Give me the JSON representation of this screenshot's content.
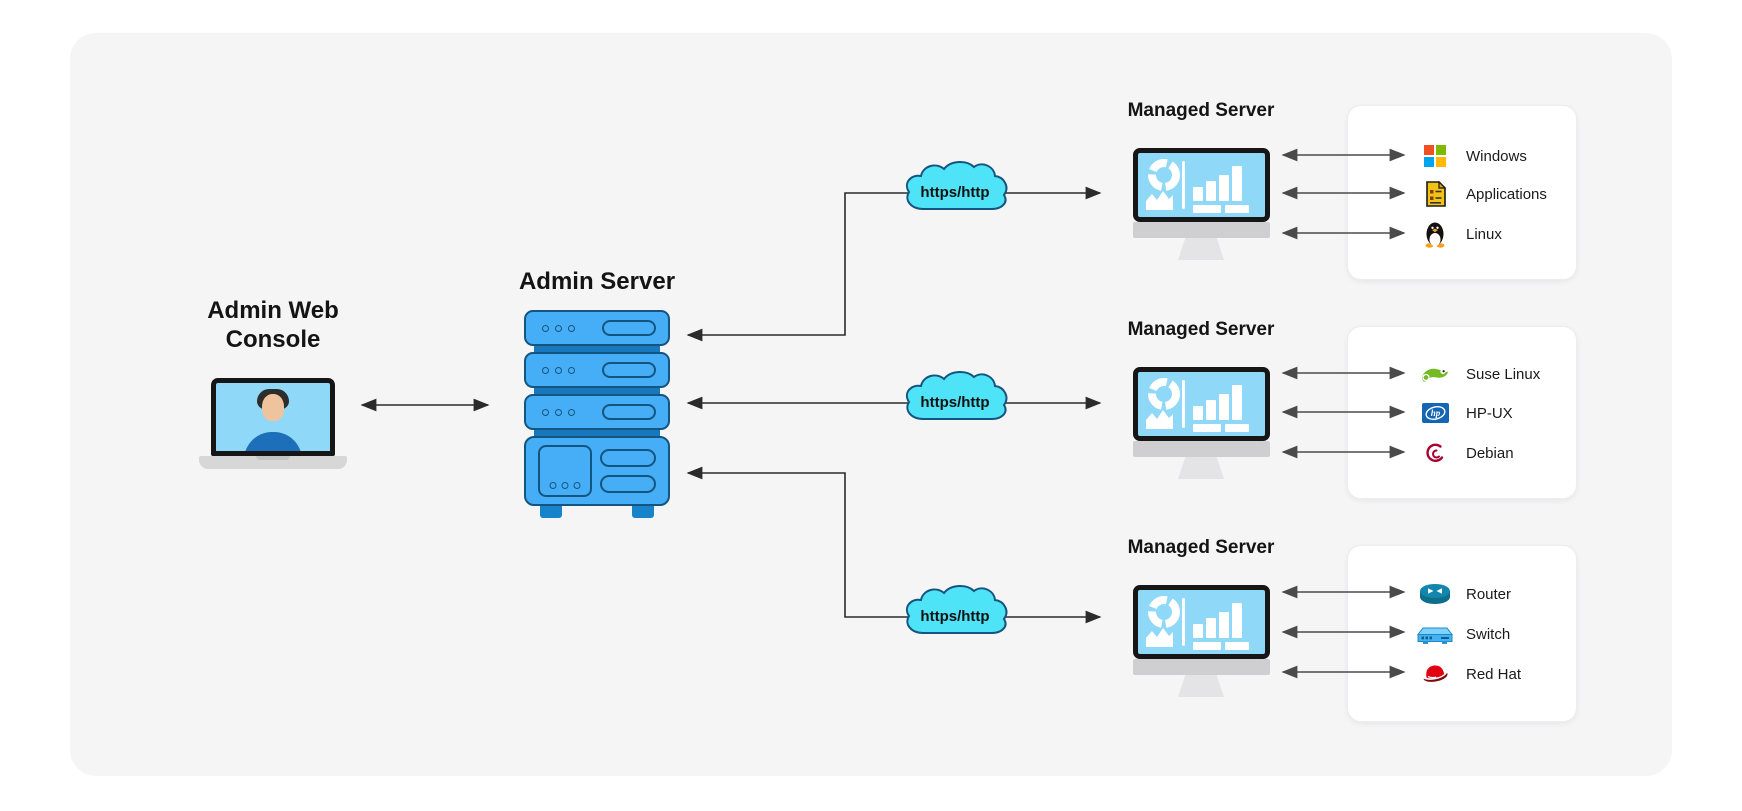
{
  "admin_console": {
    "label": "Admin Web\nConsole"
  },
  "admin_server": {
    "label": "Admin Server"
  },
  "clouds": [
    {
      "label": "https/http"
    },
    {
      "label": "https/http"
    },
    {
      "label": "https/http"
    }
  ],
  "managed_servers": [
    {
      "label": "Managed Server",
      "items": [
        {
          "name": "Windows",
          "icon": "windows-logo-icon"
        },
        {
          "name": "Applications",
          "icon": "applications-document-icon"
        },
        {
          "name": "Linux",
          "icon": "linux-tux-icon"
        }
      ]
    },
    {
      "label": "Managed Server",
      "items": [
        {
          "name": "Suse Linux",
          "icon": "suse-geeko-icon"
        },
        {
          "name": "HP-UX",
          "icon": "hp-logo-icon",
          "icon_text": "hp"
        },
        {
          "name": "Debian",
          "icon": "debian-swirl-icon"
        }
      ]
    },
    {
      "label": "Managed Server",
      "items": [
        {
          "name": "Router",
          "icon": "router-icon"
        },
        {
          "name": "Switch",
          "icon": "switch-icon"
        },
        {
          "name": "Red Hat",
          "icon": "redhat-fedora-icon"
        }
      ]
    }
  ],
  "colors": {
    "canvas_gray": "#f5f5f6",
    "server_blue": "#45aef7",
    "server_outline": "#14557f",
    "server_connector": "#1878be",
    "cloud_cyan": "#4fe3f7",
    "screen_blue": "#8fd8f7",
    "monitor_frame": "#161616",
    "arrow_dark": "#2b2b2b",
    "panel_white": "#ffffff",
    "windows_red": "#f25022",
    "windows_green": "#7fba00",
    "windows_blue": "#00a4ef",
    "windows_yellow": "#ffb900",
    "suse_green": "#73ba25",
    "hp_blue": "#1465b4",
    "debian_red": "#a80030",
    "router_teal": "#1286ac",
    "switch_blue": "#46b1f0",
    "redhat_red": "#e3000f"
  }
}
